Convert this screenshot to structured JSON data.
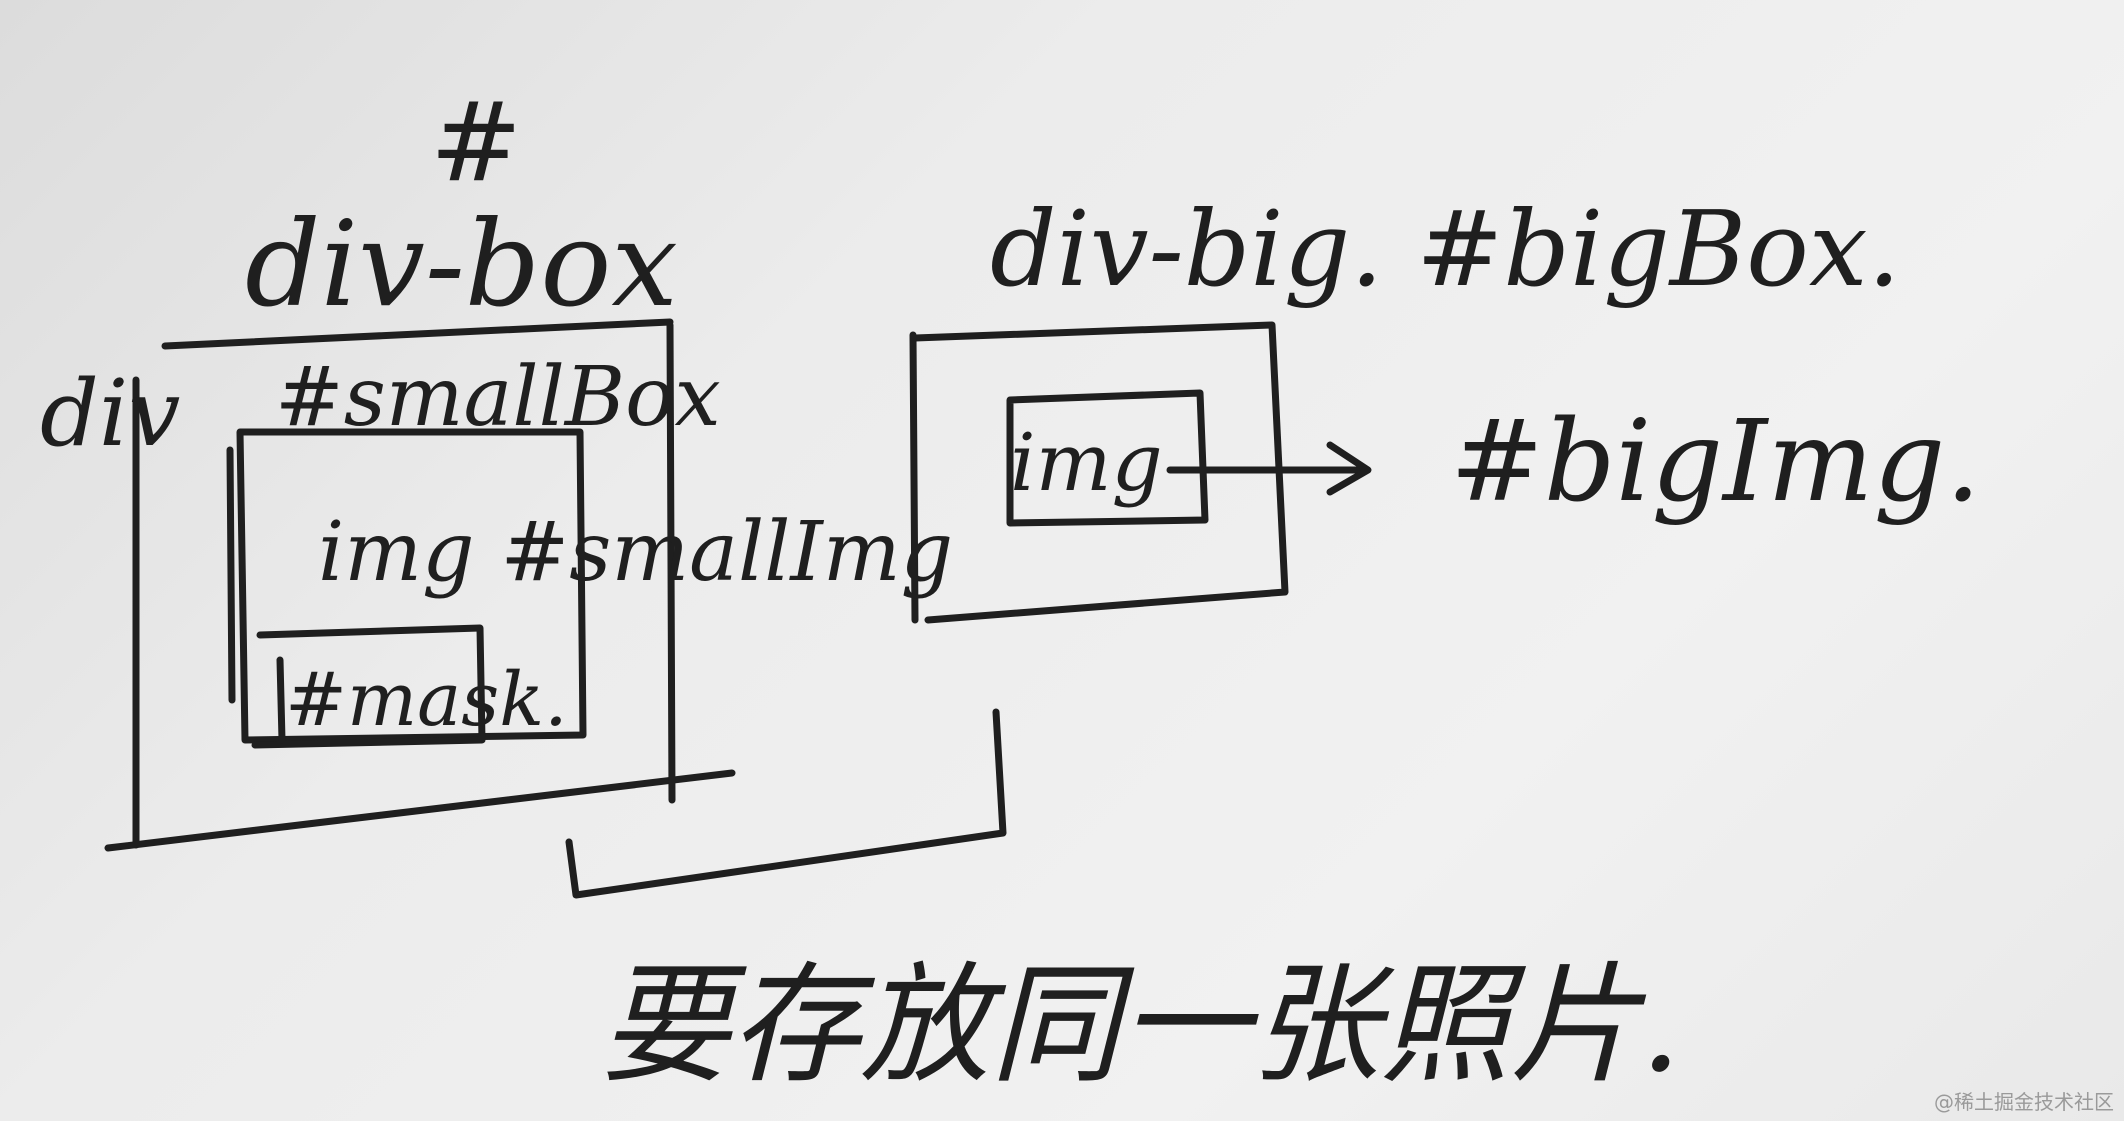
{
  "labels": {
    "hash_top": "#",
    "div_box": "div-box",
    "div": "div",
    "small_box": "#smallBox",
    "small_img": "img #smallImg",
    "mask": "#mask.",
    "big_box": "div-big. #bigBox.",
    "big_img_tag": "img",
    "big_img": "#bigImg.",
    "note": "要存放同一张照片."
  },
  "watermark": "@稀土掘金技术社区"
}
